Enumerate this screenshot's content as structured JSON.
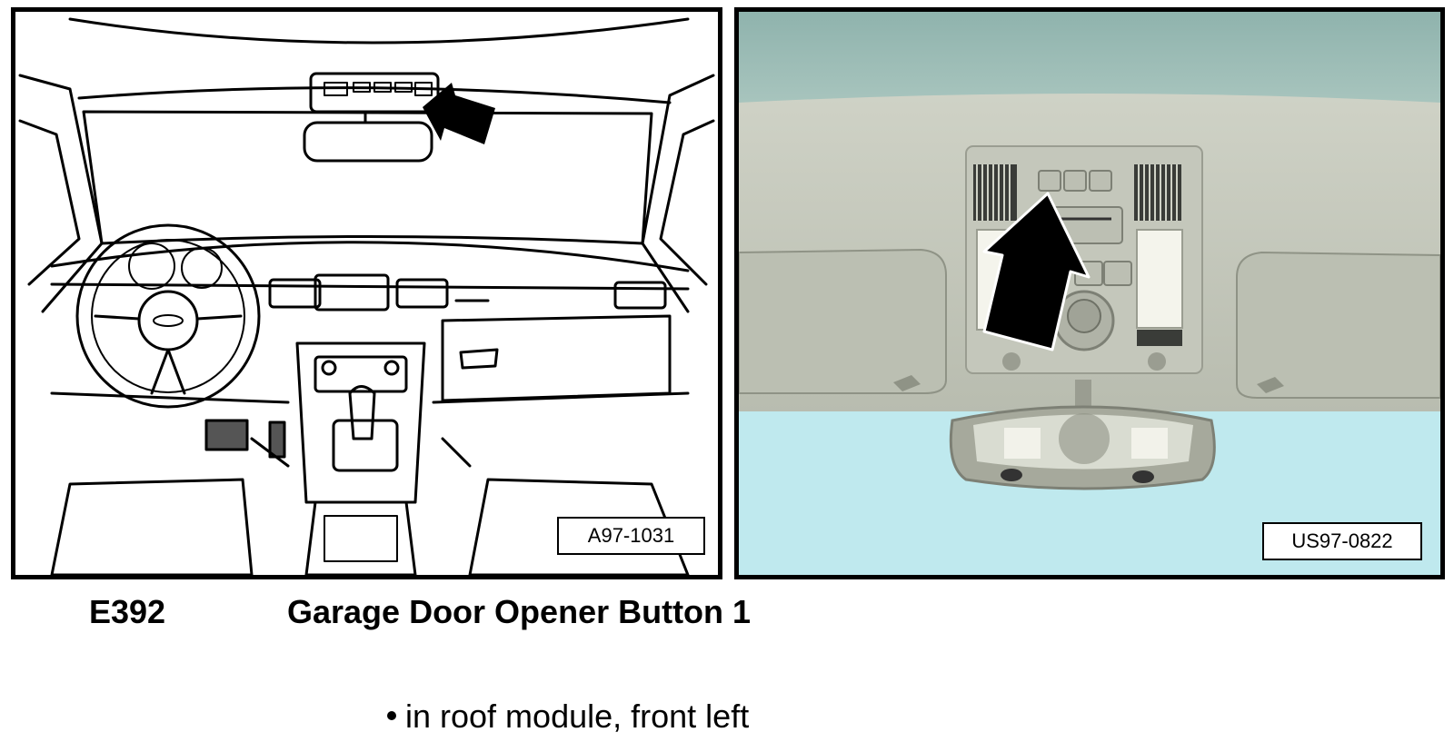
{
  "figures": {
    "left": {
      "id_label": "A97-1031",
      "kind": "line-drawing",
      "subject": "vehicle interior, dashboard and roof module"
    },
    "right": {
      "id_label": "US97-0822",
      "kind": "photo",
      "subject": "roof module with overhead buttons"
    }
  },
  "component": {
    "code": "E392",
    "name": "Garage Door Opener Button 1",
    "location": "in roof module, front left"
  },
  "icons": {
    "arrow": "pointer-arrow-icon",
    "bullet": "bullet-icon"
  },
  "colors": {
    "ink": "#000000",
    "photo_sky": "#bfe9ee",
    "photo_headliner": "#c9ccbf",
    "photo_windshield_top": "#9fbdb7"
  }
}
